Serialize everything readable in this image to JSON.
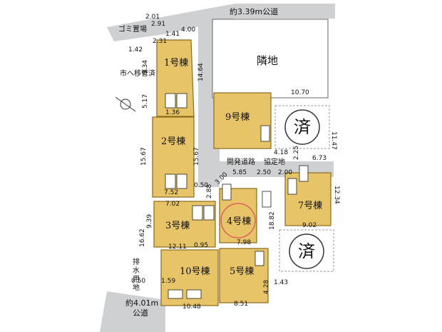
{
  "roads": {
    "top": "約3.39m公道",
    "bottom_line1": "約4.01m",
    "bottom_line2": "公道",
    "dev_road": "開発道路",
    "agreement": "協定地"
  },
  "labels": {
    "neighbor": "隣地",
    "garbage": "ゴミ置場",
    "transferred": "市へ移管済",
    "drain_1": "排",
    "drain_2": "水",
    "drain_3": "用",
    "drain_4": "地",
    "sold_a": "済",
    "sold_b": "済"
  },
  "lots": [
    {
      "label": "1号棟"
    },
    {
      "label": "2号棟"
    },
    {
      "label": "3号棟"
    },
    {
      "label": "4号棟"
    },
    {
      "label": "5号棟"
    },
    {
      "label": "7号棟"
    },
    {
      "label": "9号棟"
    },
    {
      "label": "10号棟"
    }
  ],
  "dimensions": [
    "2.01",
    "2.91",
    "1.41",
    "4.00",
    "2.31",
    "1.42",
    "9.34",
    "14.64",
    "5.17",
    "1.36",
    "15.67",
    "15.67",
    "0.50",
    "7.52",
    "7.02",
    "2.88",
    "3.00",
    "5.85",
    "2.50",
    "2.00",
    "10.70",
    "11.47",
    "4.18",
    "2.25",
    "6.73",
    "12.34",
    "12.11",
    "0.95",
    "7.98",
    "9.39",
    "16.62",
    "18.82",
    "9.02",
    "1.59",
    "0.50",
    "10.48",
    "8.51",
    "4.28",
    "1.43"
  ],
  "colors": {
    "lot_fill": "#e8c468",
    "road": "#cfd0d2",
    "highlight_circle": "#e06060"
  }
}
